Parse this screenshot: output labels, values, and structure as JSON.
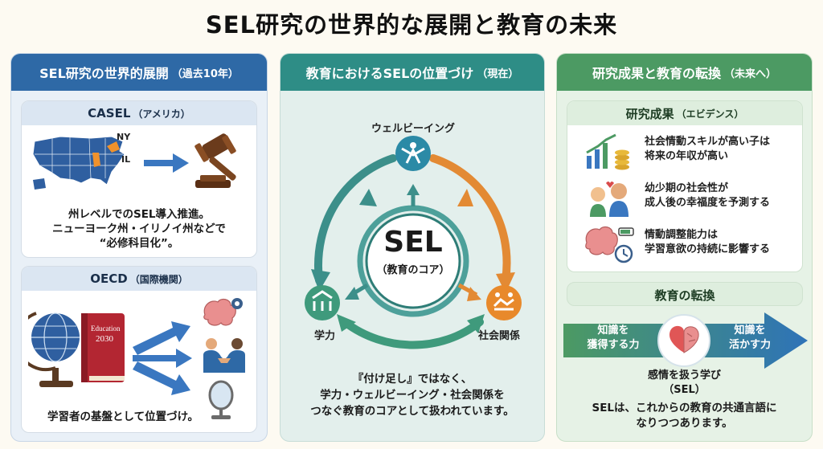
{
  "title": "SEL研究の世界的な展開と教育の未来",
  "col1": {
    "header": "SEL研究の世界的展開",
    "header_small": "（過去10年）",
    "casel": {
      "title": "CASEL",
      "title_small": "（アメリカ）",
      "map_label_ny": "NY",
      "map_label_il": "IL",
      "text_line1": "州レベルでのSEL導入推進。",
      "text_line2": "ニューヨーク州・イリノイ州などで",
      "text_line3": "“必修科目化”。"
    },
    "oecd": {
      "title": "OECD",
      "title_small": "（国際機関）",
      "book_line1": "Education",
      "book_line2": "2030",
      "text": "学習者の基盤として位置づけ。"
    }
  },
  "col2": {
    "header": "教育におけるSELの位置づけ",
    "header_small": "（現在）",
    "center_title": "SEL",
    "center_sub": "（教育のコア）",
    "node_top": "ウェルビーイング",
    "node_left": "学力",
    "node_right": "社会関係",
    "text_line1": "『付け足し』ではなく、",
    "text_line2": "学力・ウェルビーイング・社会関係を",
    "text_line3": "つなぐ教育のコアとして扱われています。"
  },
  "col3": {
    "header": "研究成果と教育の転換",
    "header_small": "（未来へ）",
    "evidence": {
      "title": "研究成果",
      "title_small": "（エビデンス）",
      "items": [
        {
          "line1": "社会情動スキルが高い子は",
          "line2": "将来の年収が高い"
        },
        {
          "line1": "幼少期の社会性が",
          "line2": "成人後の幸福度を予測する"
        },
        {
          "line1": "情動調整能力は",
          "line2": "学習意欲の持続に影響する"
        }
      ]
    },
    "shift": {
      "title": "教育の転換",
      "left_line1": "知識を",
      "left_line2": "獲得する力",
      "right_line1": "知識を",
      "right_line2": "活かす力",
      "center_line1": "感情を扱う学び",
      "center_line2": "（SEL）",
      "footer_line1": "SELは、これからの教育の共通言語に",
      "footer_line2": "なりつつあります。"
    }
  },
  "colors": {
    "blue": "#2e69a6",
    "teal": "#2e8d86",
    "green": "#4c9a63",
    "orange": "#e8892b"
  }
}
